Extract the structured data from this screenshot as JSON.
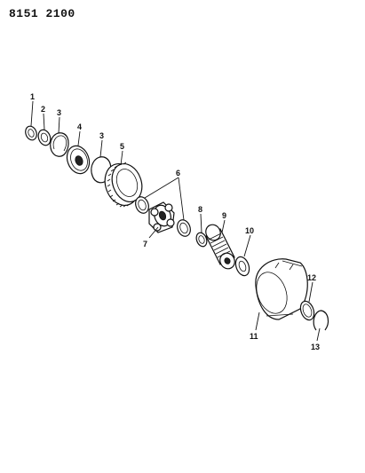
{
  "header": {
    "doc_id": "8151 2100"
  },
  "callouts": [
    {
      "id": "1",
      "label": "1"
    },
    {
      "id": "2",
      "label": "2"
    },
    {
      "id": "3a",
      "label": "3"
    },
    {
      "id": "4",
      "label": "4"
    },
    {
      "id": "3b",
      "label": "3"
    },
    {
      "id": "5",
      "label": "5"
    },
    {
      "id": "6",
      "label": "6"
    },
    {
      "id": "7",
      "label": "7"
    },
    {
      "id": "8",
      "label": "8"
    },
    {
      "id": "9",
      "label": "9"
    },
    {
      "id": "10",
      "label": "10"
    },
    {
      "id": "11",
      "label": "11"
    },
    {
      "id": "12",
      "label": "12"
    },
    {
      "id": "13",
      "label": "13"
    }
  ]
}
